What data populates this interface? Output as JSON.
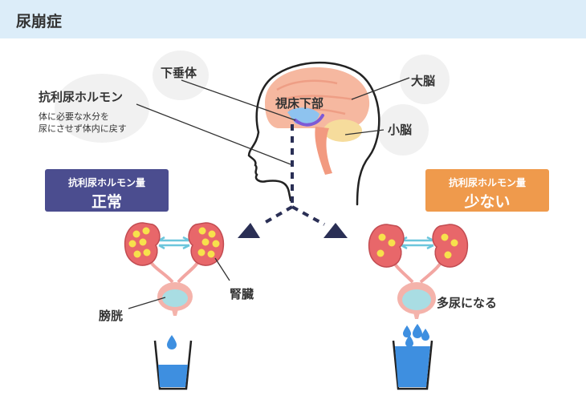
{
  "header": {
    "title": "尿崩症"
  },
  "labels": {
    "pituitary": "下垂体",
    "cerebrum": "大脳",
    "hypothalamus": "視床下部",
    "cerebellum": "小脳",
    "adh": "抗利尿ホルモン",
    "adh_desc_1": "体に必要な水分を",
    "adh_desc_2": "尿にさせず体内に戻す",
    "bladder": "膀胱",
    "kidney": "腎臓",
    "polyuria": "多尿になる"
  },
  "badges": {
    "normal": {
      "line1": "抗利尿ホルモン量",
      "line2": "正常"
    },
    "low": {
      "line1": "抗利尿ホルモン量",
      "line2": "少ない"
    }
  },
  "colors": {
    "header_bg": "#dcedf9",
    "normal_badge": "#4b4d8f",
    "low_badge": "#ef9a4c",
    "kidney": "#e8676a",
    "kidney_dot": "#f7e14c",
    "ureter": "#f2a6a2",
    "bladder": "#a9dde3",
    "water": "#3e8fe0",
    "arrow": "#2a2f55"
  }
}
